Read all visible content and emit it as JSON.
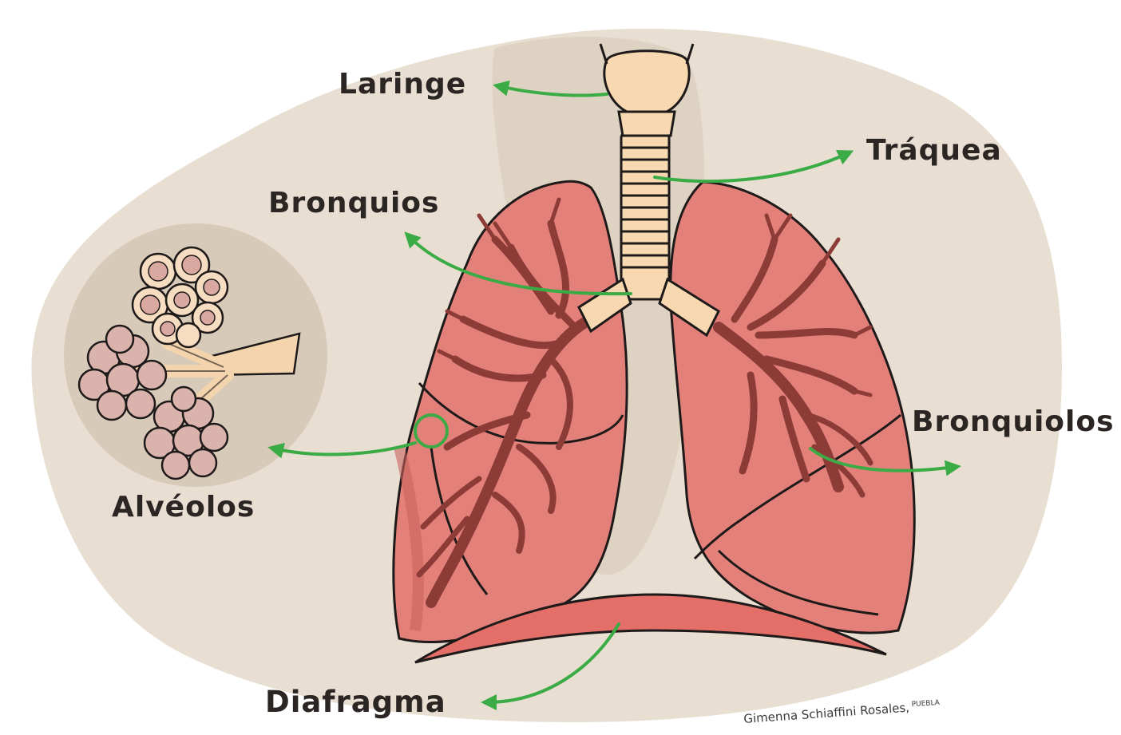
{
  "labels": {
    "laringe": "Laringe",
    "traquea": "Tráquea",
    "bronquios": "Bronquios",
    "bronquiolos": "Bronquiolos",
    "alveolos": "Alvéolos",
    "diafragma": "Diafragma"
  },
  "credit": {
    "author": "Gimenna Schiaffini Rosales,",
    "publisher": "PUEBLA"
  },
  "colors": {
    "background_wash": "#e8dfd2",
    "lung": "#e27e78",
    "lung_dark": "#c8625d",
    "bronchi": "#8c3b37",
    "trachea": "#f7d8b0",
    "arrow": "#3aab45",
    "outline": "#1e1a1a"
  }
}
